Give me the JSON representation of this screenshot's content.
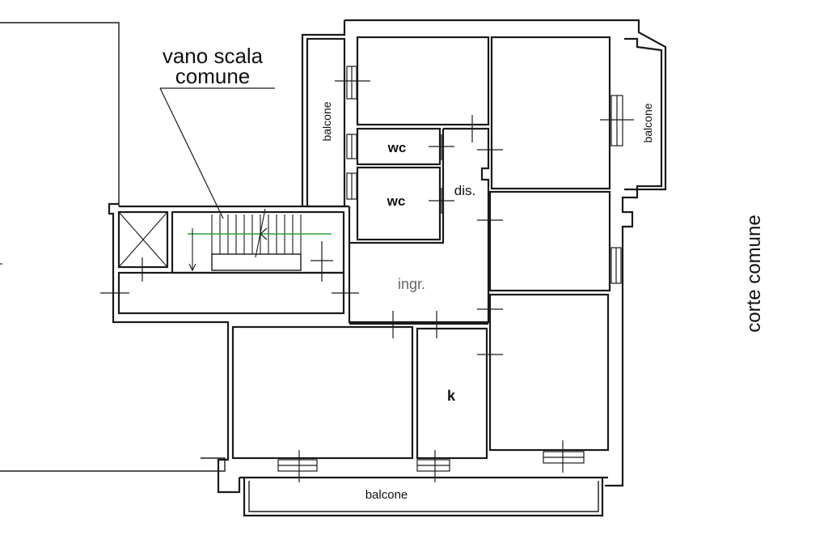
{
  "stairwell_label": {
    "line1": "vano scala",
    "line2": "comune"
  },
  "rooms": {
    "wc_1": "wc",
    "wc_2": "wc",
    "dis": "dis.",
    "ingr": "ingr.",
    "k": "k"
  },
  "balconies": {
    "left": "balcone",
    "right": "balcone",
    "bottom": "balcone"
  },
  "courtyard": "corte comune",
  "colors": {
    "lines": "#1a1a1a",
    "stair_arrow": "#2e9e3a",
    "background": "#ffffff"
  }
}
